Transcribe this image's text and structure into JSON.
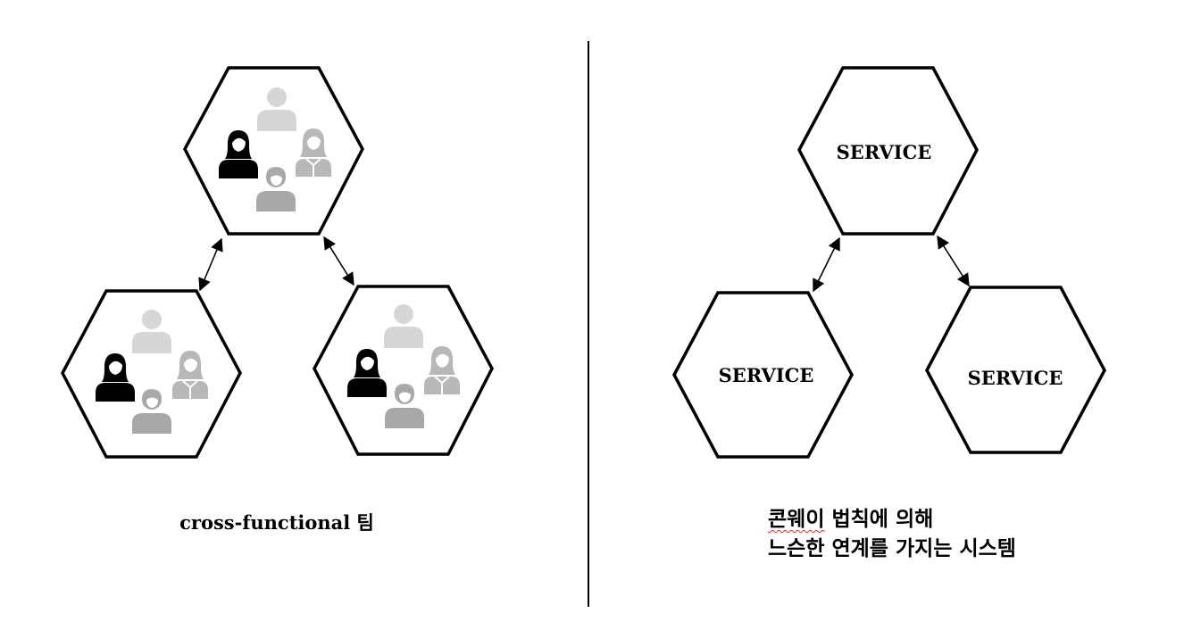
{
  "left_panel": {
    "caption": "cross-functional 팀"
  },
  "right_panel": {
    "service_labels": [
      "SERVICE",
      "SERVICE",
      "SERVICE"
    ],
    "caption_line1_word1": "콘웨이",
    "caption_line1_rest": " 법칙에 의해",
    "caption_line2": "느슨한 연계를 가지는 시스템"
  },
  "icons": {
    "team_member": "person-icon"
  },
  "colors": {
    "stroke": "#000000",
    "person_black": "#000000",
    "person_light": "#d6d6d6",
    "person_mid": "#a8a8a8",
    "person_woman_gray": "#b8b8b8",
    "spellcheck_underline": "#e03030"
  }
}
